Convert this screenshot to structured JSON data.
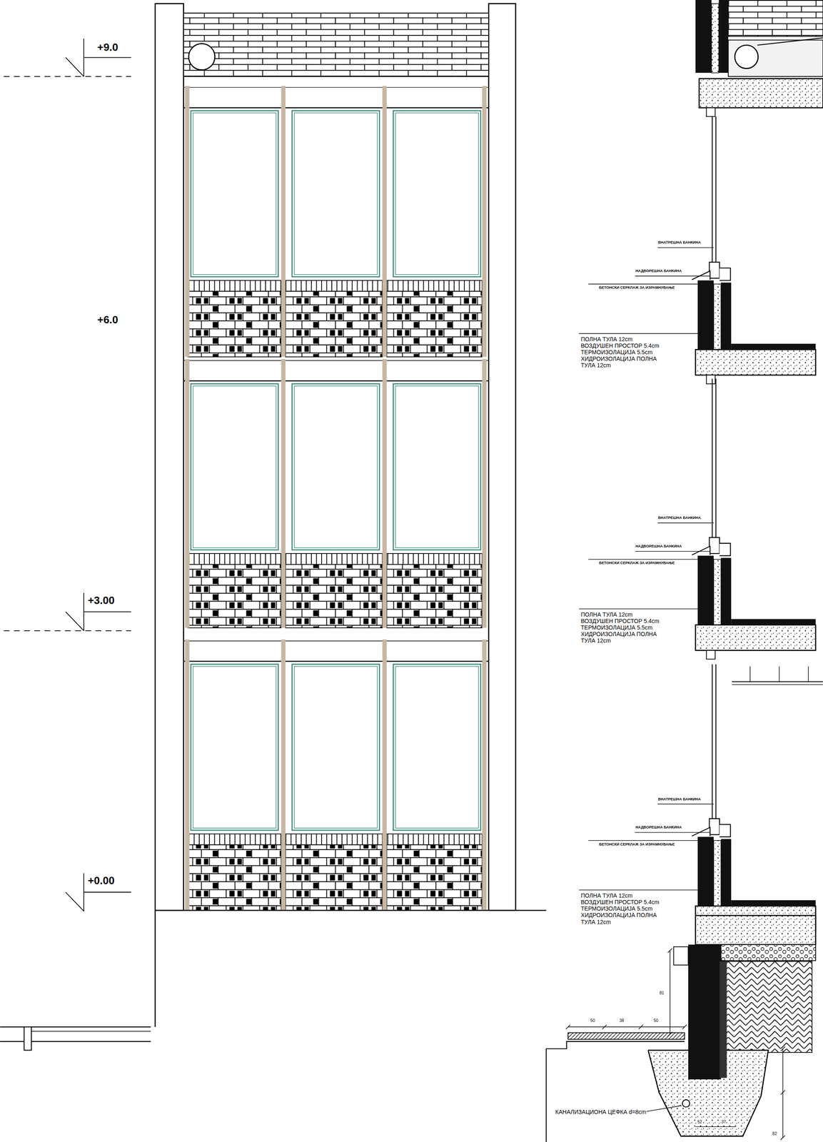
{
  "diagram": {
    "labels": [
      "+9.0",
      "+6.0",
      "+3.00",
      "+0.00",
      "ВНАТРЕШНА БАНКИНА",
      "НАДВОРЕШНА БАНКИНА",
      "БЕТОНСКИ СЕРКЛАЖ ЗА ИЗРАМНУВАЊЕ",
      "ПОЛНА ТУЛА 12cm ВОЗДУШЕН ПРОСТОР 5.4cm ТЕРМОИЗОЛАЦИЈА 5.5cm ХИДРОИЗОЛАЦИЈА ПОЛНА ТУЛА 12cm",
      "ВНАТРЕШНА БАНКИНА",
      "НАДВОРЕШНА БАНКИНА",
      "БЕТОНСКИ СЕРКЛАЖ ЗА ИЗРАМНУВАЊЕ",
      "ПОЛНА ТУЛА 12cm ВОЗДУШЕН ПРОСТОР 5.4cm ТЕРМОИЗОЛАЦИЈА 5.5cm ХИДРОИЗОЛАЦИЈА ПОЛНА ТУЛА 12cm",
      "ВНАТРЕШНА БАНКИНА",
      "НАДВОРЕШНА БАНКИНА",
      "БЕТОНСКИ СЕРКЛАЖ ЗА ИЗРАМНУВАЊЕ",
      "ПОЛНА ТУЛА 12cm ВОЗДУШЕН ПРОСТОР 5.4cm ТЕРМОИЗОЛАЦИЈА 5.5cm ХИДРОИЗОЛАЦИЈА ПОЛНА ТУЛА 12cm",
      "50",
      "38",
      "50",
      "81",
      "52",
      "37",
      "82",
      "КАНАЛИЗАЦИОНА ЦЕФКА d=8cm"
    ]
  }
}
